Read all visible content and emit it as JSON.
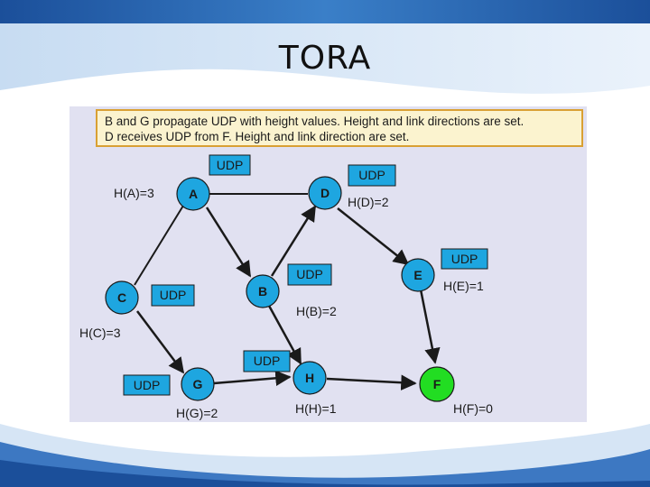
{
  "slide": {
    "title": "TORA",
    "description": [
      "B and G propagate UDP with height values. Height and link directions are set.",
      "D receives UDP from F. Height and link direction are set."
    ]
  },
  "diagram": {
    "nodes": [
      {
        "id": "A",
        "label": "A",
        "height_label": "H(A)=3",
        "color": "#1ea6e0"
      },
      {
        "id": "D",
        "label": "D",
        "height_label": "H(D)=2",
        "color": "#1ea6e0"
      },
      {
        "id": "C",
        "label": "C",
        "height_label": "H(C)=3",
        "color": "#1ea6e0"
      },
      {
        "id": "B",
        "label": "B",
        "height_label": "H(B)=2",
        "color": "#1ea6e0"
      },
      {
        "id": "E",
        "label": "E",
        "height_label": "H(E)=1",
        "color": "#1ea6e0"
      },
      {
        "id": "G",
        "label": "G",
        "height_label": "H(G)=2",
        "color": "#1ea6e0"
      },
      {
        "id": "H",
        "label": "H",
        "height_label": "H(H)=1",
        "color": "#1ea6e0"
      },
      {
        "id": "F",
        "label": "F",
        "height_label": "H(F)=0",
        "color": "#22dd22"
      }
    ],
    "udp_boxes": [
      "UDP",
      "UDP",
      "UDP",
      "UDP",
      "UDP",
      "UDP",
      "UDP"
    ],
    "udp_color": "#1ea6e0",
    "edges": [
      {
        "from": "A",
        "to": "D",
        "directed": false
      },
      {
        "from": "A",
        "to": "C",
        "directed": false
      },
      {
        "from": "A",
        "to": "B",
        "directed": true
      },
      {
        "from": "C",
        "to": "G",
        "directed": true
      },
      {
        "from": "B",
        "to": "D",
        "directed": true
      },
      {
        "from": "B",
        "to": "H",
        "directed": true
      },
      {
        "from": "D",
        "to": "E",
        "directed": true
      },
      {
        "from": "G",
        "to": "H",
        "directed": true
      },
      {
        "from": "H",
        "to": "F",
        "directed": true
      },
      {
        "from": "E",
        "to": "F",
        "directed": true
      }
    ]
  }
}
